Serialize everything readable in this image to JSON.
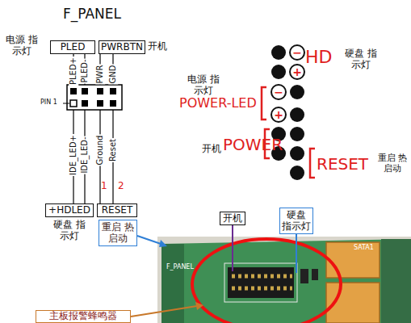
{
  "diagram": {
    "title": "F_PANEL",
    "nodes": [
      {
        "text": [
          "PLED"
        ]
      },
      {
        "text": [
          "PWRBTN"
        ]
      },
      {
        "text": [
          "+HDLED"
        ]
      },
      {
        "text": [
          "RESET"
        ]
      },
      {
        "text": [
          "重启 热启动"
        ]
      },
      {
        "text": [
          "开机"
        ]
      },
      {
        "text": [
          "硬盘 指示灯"
        ]
      },
      {
        "text": [
          "主板报警蜂鸣器"
        ]
      }
    ],
    "labels": [
      "电源 指示灯",
      "开机",
      "PLED+",
      "PLED-",
      "PWR",
      "GND",
      "PIN 1",
      "IDE_LED+",
      "IDE_LED-",
      "Ground",
      "Reset",
      "1",
      "2",
      "硬盘 指示灯",
      "−",
      "HD",
      "硬盘 指示灯",
      "+",
      "电源 指示灯",
      "−",
      "POWER-LED",
      "+",
      "开机",
      "POWER",
      "RESET",
      "重启 热启动",
      "F_PANEL",
      "SATA1"
    ]
  }
}
